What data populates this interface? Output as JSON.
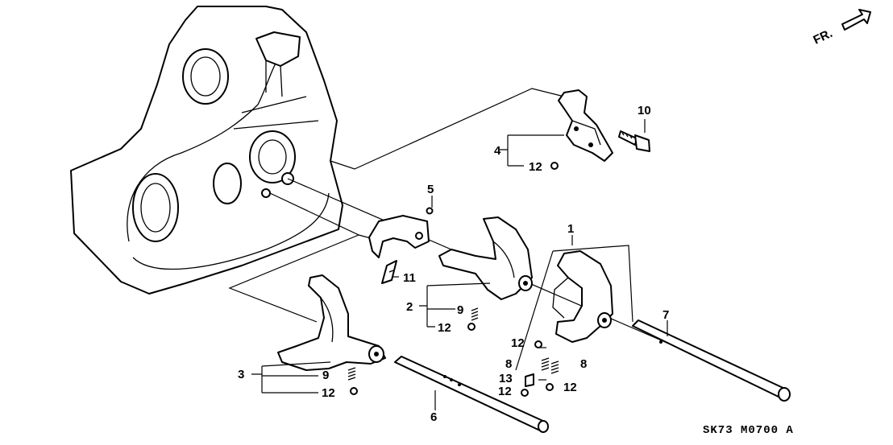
{
  "orientation": {
    "label": "FR.",
    "icon": "forward-arrow-icon"
  },
  "diagram_code": "SK73 M0700 A",
  "callouts": {
    "c1": "1",
    "c2": "2",
    "c3": "3",
    "c4": "4",
    "c5": "5",
    "c6": "6",
    "c7": "7",
    "c8a": "8",
    "c8b": "8",
    "c9a": "9",
    "c9b": "9",
    "c10": "10",
    "c11": "11",
    "c12a": "12",
    "c12b": "12",
    "c12c": "12",
    "c12d": "12",
    "c12e": "12",
    "c12f": "12",
    "c13": "13"
  }
}
